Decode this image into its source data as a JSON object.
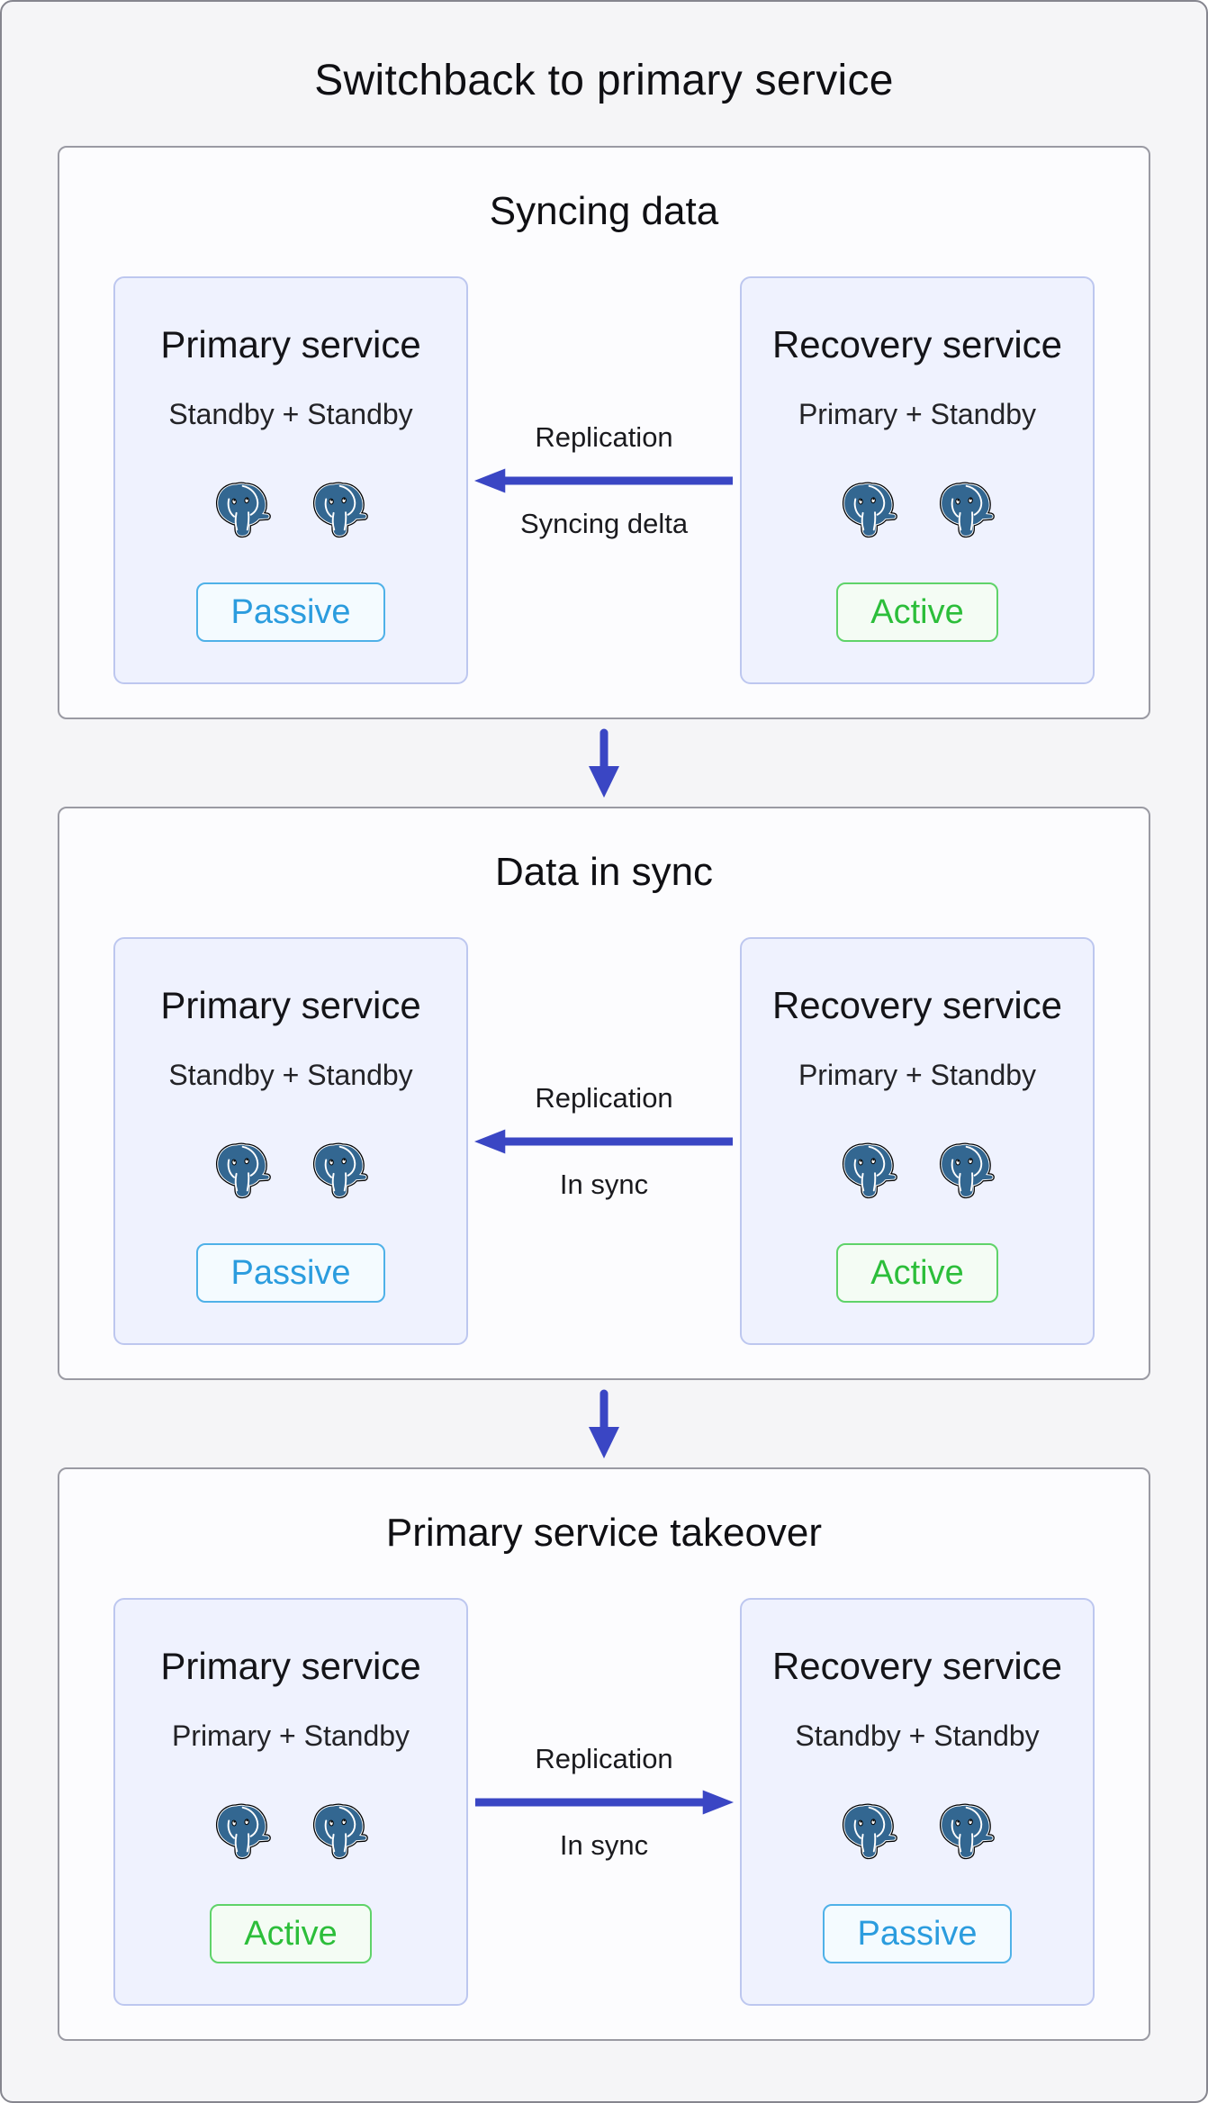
{
  "page": {
    "title": "Switchback to primary service"
  },
  "colors": {
    "page_bg": "#F5F5F7",
    "frame_border": "#85858E",
    "section_bg": "#FCFCFE",
    "section_border": "#9A9AA3",
    "card_bg": "#EFF2FE",
    "card_border": "#BDC7EF",
    "arrow_blue": "#3A46C4",
    "passive_text": "#2B9CDE",
    "passive_border": "#4FB1E8",
    "passive_bg": "#F4FBFF",
    "active_text": "#2CBE3A",
    "active_border": "#5FD369",
    "active_bg": "#F4FCF4",
    "pg_blue": "#336791",
    "text_dark": "#0F0F13",
    "text_sub": "#232327"
  },
  "icons": {
    "database": "postgresql-elephant-icon",
    "flow": "replication-arrow-icon",
    "stage_connector": "down-arrow-icon"
  },
  "sections": [
    {
      "title": "Syncing data",
      "cards": {
        "left": {
          "title": "Primary service",
          "subtitle": "Standby + Standby",
          "elephant_count": 2,
          "badge": {
            "label": "Passive",
            "variant": "passive"
          }
        },
        "right": {
          "title": "Recovery service",
          "subtitle": "Primary + Standby",
          "elephant_count": 2,
          "badge": {
            "label": "Active",
            "variant": "active"
          }
        }
      },
      "arrow": {
        "direction": "left",
        "top_label": "Replication",
        "bottom_label": "Syncing delta"
      }
    },
    {
      "title": "Data in sync",
      "cards": {
        "left": {
          "title": "Primary service",
          "subtitle": "Standby + Standby",
          "elephant_count": 2,
          "badge": {
            "label": "Passive",
            "variant": "passive"
          }
        },
        "right": {
          "title": "Recovery service",
          "subtitle": "Primary + Standby",
          "elephant_count": 2,
          "badge": {
            "label": "Active",
            "variant": "active"
          }
        }
      },
      "arrow": {
        "direction": "left",
        "top_label": "Replication",
        "bottom_label": "In sync"
      }
    },
    {
      "title": "Primary service takeover",
      "cards": {
        "left": {
          "title": "Primary service",
          "subtitle": "Primary + Standby",
          "elephant_count": 2,
          "badge": {
            "label": "Active",
            "variant": "active"
          }
        },
        "right": {
          "title": "Recovery service",
          "subtitle": "Standby + Standby",
          "elephant_count": 2,
          "badge": {
            "label": "Passive",
            "variant": "passive"
          }
        }
      },
      "arrow": {
        "direction": "right",
        "top_label": "Replication",
        "bottom_label": "In sync"
      }
    }
  ]
}
